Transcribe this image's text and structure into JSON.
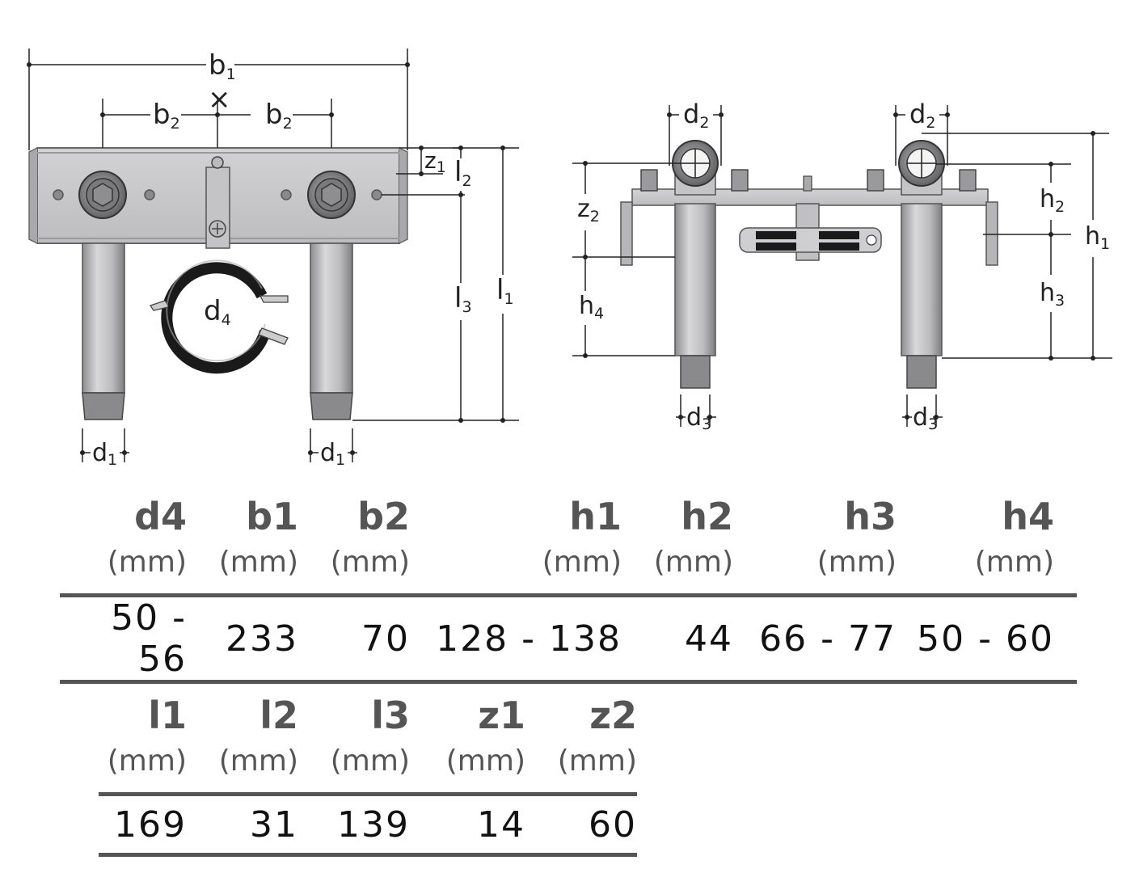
{
  "labels": {
    "b1": [
      "b",
      "1"
    ],
    "b2": [
      "b",
      "2"
    ],
    "d1": [
      "d",
      "1"
    ],
    "d2": [
      "d",
      "2"
    ],
    "d3": [
      "d",
      "3"
    ],
    "d4": [
      "d",
      "4"
    ],
    "z1": [
      "z",
      "1"
    ],
    "z2": [
      "z",
      "2"
    ],
    "l1": [
      "l",
      "1"
    ],
    "l2": [
      "l",
      "2"
    ],
    "l3": [
      "l",
      "3"
    ],
    "h1": [
      "h",
      "1"
    ],
    "h2": [
      "h",
      "2"
    ],
    "h3": [
      "h",
      "3"
    ],
    "h4": [
      "h",
      "4"
    ],
    "center_mark": "×"
  },
  "table1": {
    "columns": [
      {
        "name": "d4",
        "unit": "(mm)",
        "value": "50 - 56"
      },
      {
        "name": "b1",
        "unit": "(mm)",
        "value": "233"
      },
      {
        "name": "b2",
        "unit": "(mm)",
        "value": "70"
      },
      {
        "name": "h1",
        "unit": "(mm)",
        "value": "128 - 138"
      },
      {
        "name": "h2",
        "unit": "(mm)",
        "value": "44"
      },
      {
        "name": "h3",
        "unit": "(mm)",
        "value": "66 - 77"
      },
      {
        "name": "h4",
        "unit": "(mm)",
        "value": "50 - 60"
      }
    ]
  },
  "table2": {
    "columns": [
      {
        "name": "l1",
        "unit": "(mm)",
        "value": "169"
      },
      {
        "name": "l2",
        "unit": "(mm)",
        "value": "31"
      },
      {
        "name": "l3",
        "unit": "(mm)",
        "value": "139"
      },
      {
        "name": "z1",
        "unit": "(mm)",
        "value": "14"
      },
      {
        "name": "z2",
        "unit": "(mm)",
        "value": "60"
      }
    ]
  },
  "colors": {
    "plate": "#c9c9cb",
    "pipe": "#bdbdbf",
    "dark": "#3a3a3a",
    "rule": "#555555",
    "header_text": "#555555"
  }
}
